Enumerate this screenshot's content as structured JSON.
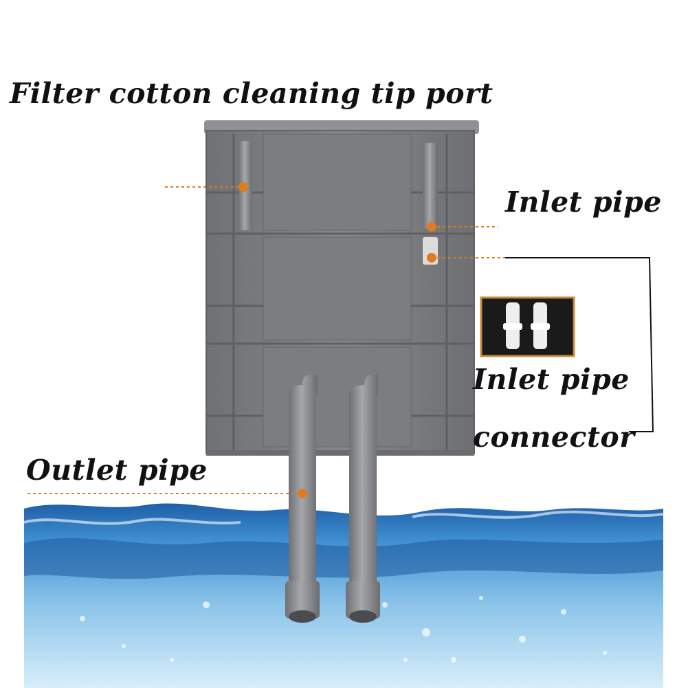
{
  "labels": {
    "filter_port": "Filter cotton cleaning tip port",
    "inlet_pipe": "Inlet pipe",
    "connector_line1": "Inlet pipe",
    "connector_line2": "connector",
    "outlet_pipe": "Outlet pipe"
  },
  "colors": {
    "box": "#7d7f82",
    "pipe": "#8a8c8f",
    "marker": "#e07b1f",
    "water": "#2f7fc4"
  }
}
